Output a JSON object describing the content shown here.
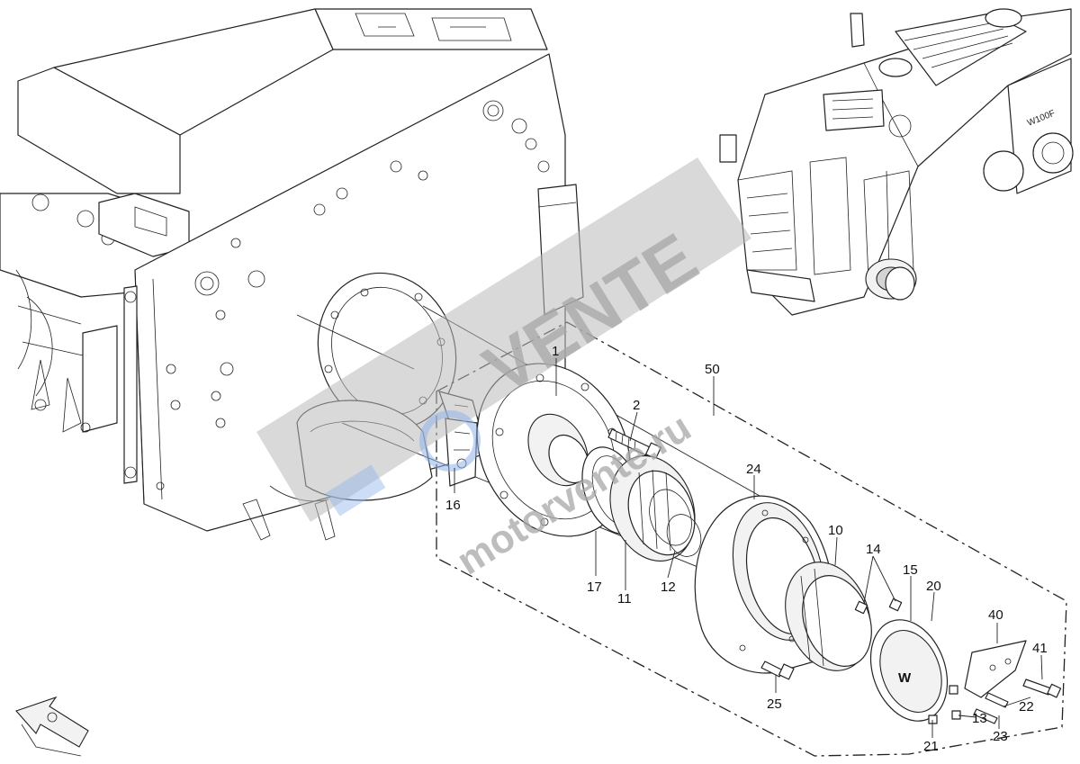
{
  "parts": [
    {
      "id": "p1",
      "label": "1"
    },
    {
      "id": "p2",
      "label": "2"
    },
    {
      "id": "p10",
      "label": "10"
    },
    {
      "id": "p11",
      "label": "11"
    },
    {
      "id": "p12",
      "label": "12"
    },
    {
      "id": "p13",
      "label": "13"
    },
    {
      "id": "p14",
      "label": "14"
    },
    {
      "id": "p15",
      "label": "15"
    },
    {
      "id": "p16",
      "label": "16"
    },
    {
      "id": "p17",
      "label": "17"
    },
    {
      "id": "p20",
      "label": "20"
    },
    {
      "id": "p21",
      "label": "21"
    },
    {
      "id": "p22",
      "label": "22"
    },
    {
      "id": "p23",
      "label": "23"
    },
    {
      "id": "p24",
      "label": "24"
    },
    {
      "id": "p25",
      "label": "25"
    },
    {
      "id": "p40",
      "label": "40"
    },
    {
      "id": "p41",
      "label": "41"
    },
    {
      "id": "p50",
      "label": "50"
    }
  ],
  "machine_badge": "W100F",
  "cap_logo": "W",
  "watermark": {
    "brand": "VENTE",
    "domain": "motorvente.ru"
  },
  "colors": {
    "line": "#222222",
    "watermark": "#a7a7a7",
    "watermark_blue": "#8fb3e8"
  },
  "icons": {
    "orientation": "view-direction-arrow-icon"
  }
}
